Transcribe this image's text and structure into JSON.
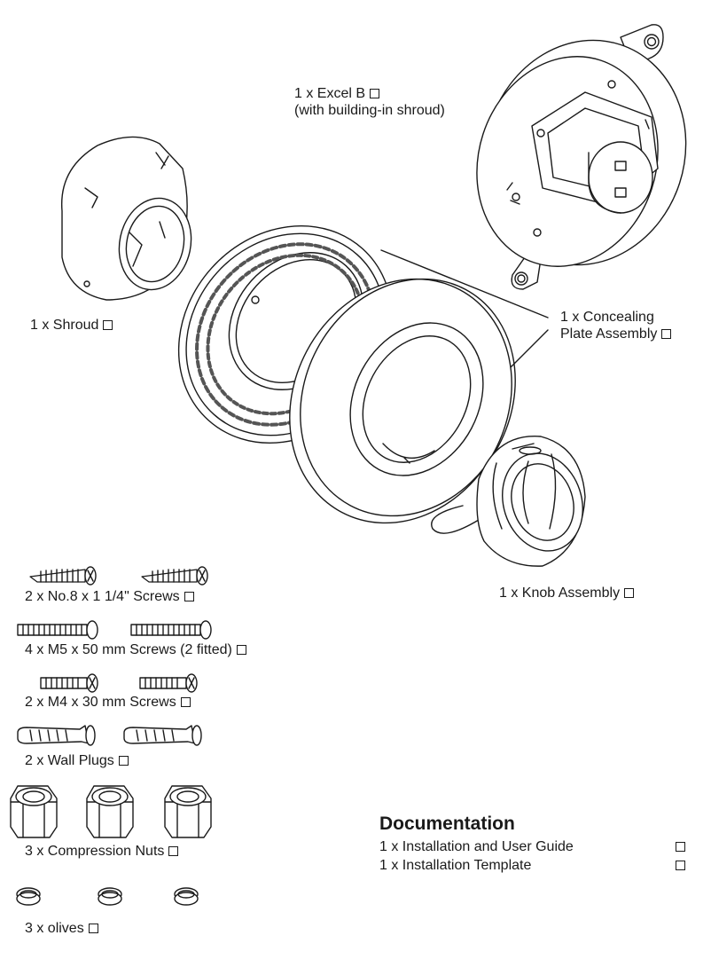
{
  "parts": {
    "excel_b": {
      "label": "1 x Excel B",
      "sublabel": "(with building-in shroud)"
    },
    "shroud": {
      "label": "1 x Shroud"
    },
    "concealing_plate": {
      "label": "1 x Concealing",
      "sublabel": "Plate Assembly"
    },
    "knob": {
      "label": "1 x Knob Assembly"
    },
    "screws_no8": {
      "label": "2 x No.8 x 1 1/4\" Screws"
    },
    "screws_m5": {
      "label": "4 x M5 x 50 mm Screws (2 fitted)"
    },
    "screws_m4": {
      "label": "2 x M4 x 30 mm Screws"
    },
    "wall_plugs": {
      "label": "2 x Wall Plugs"
    },
    "compression_nuts": {
      "label": "3 x Compression Nuts"
    },
    "olives": {
      "label": "3 x olives"
    }
  },
  "documentation": {
    "title": "Documentation",
    "items": [
      {
        "label": "1 x Installation and User Guide"
      },
      {
        "label": "1 x Installation Template"
      }
    ]
  }
}
